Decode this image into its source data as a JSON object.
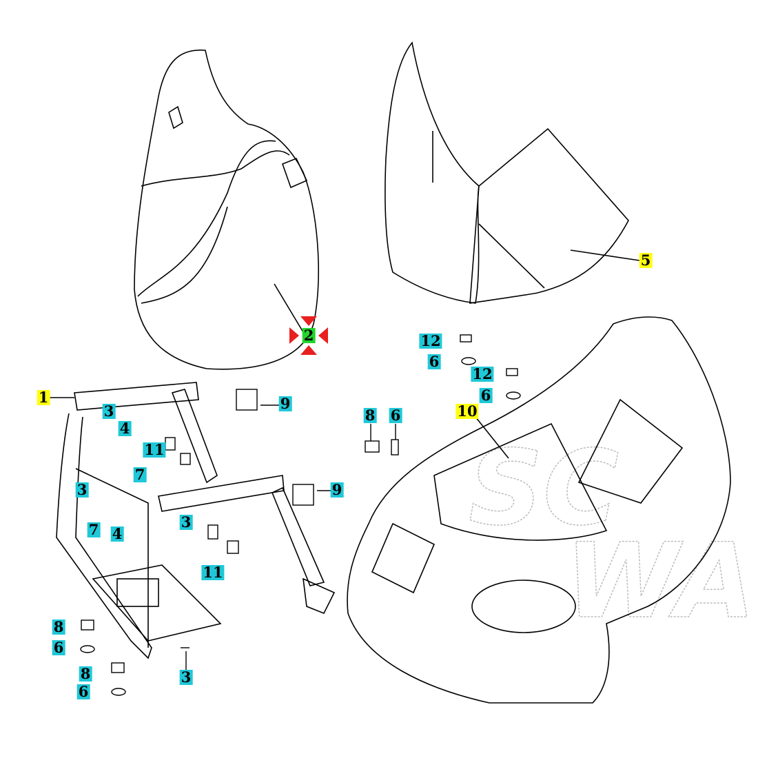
{
  "diagram": {
    "watermark": [
      "SC",
      "WA"
    ],
    "callouts": [
      {
        "id": "c1",
        "text": "1",
        "color": "yellow"
      },
      {
        "id": "c2",
        "text": "2",
        "color": "green",
        "highlighted": true
      },
      {
        "id": "c5",
        "text": "5",
        "color": "yellow"
      },
      {
        "id": "c10",
        "text": "10",
        "color": "yellow"
      },
      {
        "id": "c12a",
        "text": "12",
        "color": "cyan"
      },
      {
        "id": "c6a",
        "text": "6",
        "color": "cyan"
      },
      {
        "id": "c12b",
        "text": "12",
        "color": "cyan"
      },
      {
        "id": "c6b",
        "text": "6",
        "color": "cyan"
      },
      {
        "id": "c8a",
        "text": "8",
        "color": "cyan"
      },
      {
        "id": "c6c",
        "text": "6",
        "color": "cyan"
      },
      {
        "id": "c9a",
        "text": "9",
        "color": "cyan"
      },
      {
        "id": "c9b",
        "text": "9",
        "color": "cyan"
      },
      {
        "id": "c3a",
        "text": "3",
        "color": "cyan"
      },
      {
        "id": "c4a",
        "text": "4",
        "color": "cyan"
      },
      {
        "id": "c11a",
        "text": "11",
        "color": "cyan"
      },
      {
        "id": "c7a",
        "text": "7",
        "color": "cyan"
      },
      {
        "id": "c3b",
        "text": "3",
        "color": "cyan"
      },
      {
        "id": "c7b",
        "text": "7",
        "color": "cyan"
      },
      {
        "id": "c4b",
        "text": "4",
        "color": "cyan"
      },
      {
        "id": "c3c",
        "text": "3",
        "color": "cyan"
      },
      {
        "id": "c11b",
        "text": "11",
        "color": "cyan"
      },
      {
        "id": "c8b",
        "text": "8",
        "color": "cyan"
      },
      {
        "id": "c6d",
        "text": "6",
        "color": "cyan"
      },
      {
        "id": "c8c",
        "text": "8",
        "color": "cyan"
      },
      {
        "id": "c6e",
        "text": "6",
        "color": "cyan"
      },
      {
        "id": "c3d",
        "text": "3",
        "color": "cyan"
      }
    ],
    "colors": {
      "cyan": "#1fc8d8",
      "yellow": "#ffff10",
      "green": "#22d42c",
      "arrow": "#e82020"
    }
  }
}
